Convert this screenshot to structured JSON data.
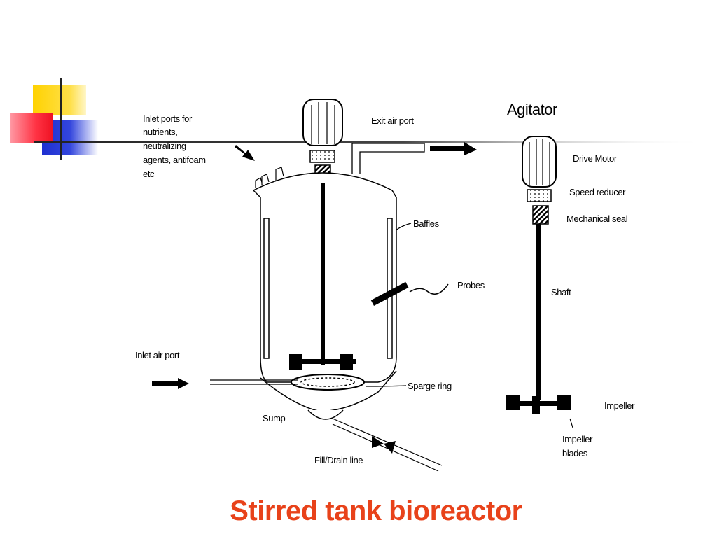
{
  "slide": {
    "title": "Stirred tank bioreactor",
    "title_color": "#E8421A"
  },
  "decoration": {
    "colors": {
      "yellow": "#FFD200",
      "red": "#FF4455",
      "blue": "#2233CC",
      "line": "#333333"
    }
  },
  "labels": {
    "inlet_ports": [
      "Inlet ports for",
      "nutrients,",
      "neutralizing",
      "agents, antifoam",
      "etc"
    ],
    "exit_air_port": "Exit air port",
    "baffles": "Baffles",
    "probes": "Probes",
    "inlet_air_port": "Inlet air port",
    "sparge_ring": "Sparge ring",
    "sump": "Sump",
    "fill_drain_line": "Fill/Drain line",
    "agitator": "Agitator",
    "drive_motor": "Drive Motor",
    "speed_reducer": "Speed reducer",
    "mechanical_seal": "Mechanical seal",
    "shaft": "Shaft",
    "impeller": "Impeller",
    "impeller_blades": [
      "Impeller",
      "blades"
    ]
  }
}
